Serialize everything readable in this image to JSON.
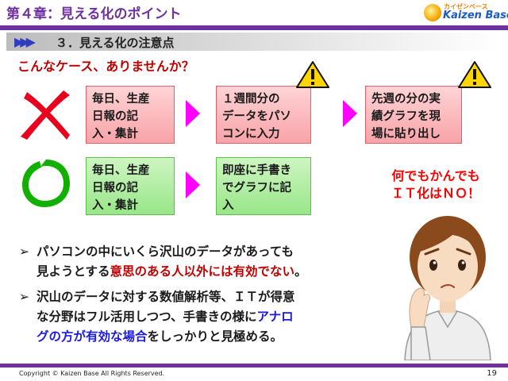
{
  "header": {
    "chapter_title": "第４章：見える化のポイント",
    "logo": {
      "small_text": "カイゼンベース",
      "main_text": "Kaizen Base"
    }
  },
  "section": {
    "title": "３．見える化の注意点"
  },
  "question": "こんなケース、ありませんか？",
  "bad_flow": {
    "boxes": [
      {
        "lines": [
          "毎日、生産",
          "日報の記",
          "入・集計"
        ]
      },
      {
        "lines": [
          "１週間分の",
          "データをパソ",
          "コンに入力"
        ]
      },
      {
        "lines": [
          "先週の分の実",
          "績グラフを現",
          "場に貼り出し"
        ]
      }
    ]
  },
  "good_flow": {
    "boxes": [
      {
        "lines": [
          "毎日、生産",
          "日報の記",
          "入・集計"
        ]
      },
      {
        "lines": [
          "即座に手書き",
          "でグラフに記",
          "入"
        ]
      }
    ]
  },
  "slogan": {
    "line1": "何でもかんでも",
    "line2": "ＩＴ化はＮＯ！"
  },
  "bullets": [
    {
      "marker": "➢",
      "line1": "パソコンの中にいくら沢山のデータがあっても",
      "line2_plain": "見ようとする",
      "line2_red": "意思のある人以外には有効でない",
      "line2_end": "。"
    },
    {
      "marker": "➢",
      "line1": "沢山のデータに対する数値解析等、ＩＴが得意",
      "line2_plain": "な分野はフル活用しつつ、手書きの様に",
      "line2_blue": "アナロ",
      "line3_blue": "グの方が有効な場合",
      "line3_plain": "をしっかりと見極める。"
    }
  ],
  "footer": {
    "copyright": "Copyright ©  Kaizen Base  All Rights Reserved.",
    "page_number": "19"
  },
  "colors": {
    "accent_purple": "#7030a0",
    "arrow_magenta": "#ff00ff",
    "emphasis_red": "#c00000",
    "emphasis_blue": "#1a1ae0",
    "bad_box": "#f8a3a8",
    "good_box": "#98e688"
  },
  "icons": [
    "x-mark-icon",
    "o-mark-icon",
    "warning-icon",
    "arrow-right-icon",
    "section-arrows-icon",
    "person-illustration"
  ]
}
